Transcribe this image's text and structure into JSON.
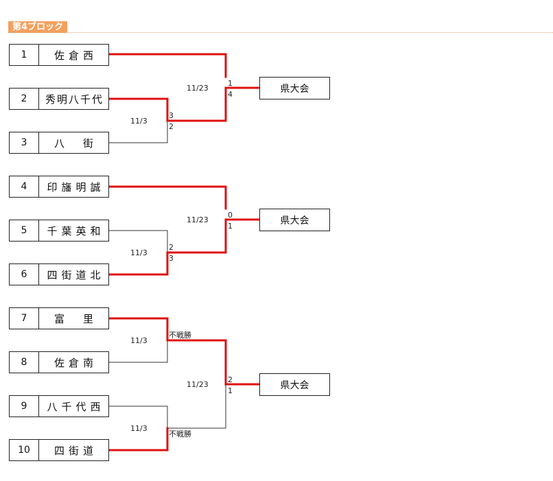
{
  "block_title": "第4ブロック",
  "teams": [
    {
      "seed": "1",
      "name": "佐倉西"
    },
    {
      "seed": "2",
      "name": "秀明八千代"
    },
    {
      "seed": "3",
      "name": "八　街"
    },
    {
      "seed": "4",
      "name": "印旛明誠"
    },
    {
      "seed": "5",
      "name": "千葉英和"
    },
    {
      "seed": "6",
      "name": "四街道北"
    },
    {
      "seed": "7",
      "name": "富　里"
    },
    {
      "seed": "8",
      "name": "佐倉南"
    },
    {
      "seed": "9",
      "name": "八千代西"
    },
    {
      "seed": "10",
      "name": "四街道"
    }
  ],
  "results": [
    "県大会",
    "県大会",
    "県大会"
  ],
  "dates": {
    "g1_first": "11/3",
    "g1_final": "11/23",
    "g2_first": "11/3",
    "g2_final": "11/23",
    "g3_first_a": "11/3",
    "g3_first_b": "11/3",
    "g3_final": "11/23"
  },
  "scores": {
    "g1_first_top": "3",
    "g1_first_bottom": "2",
    "g1_final_top": "1",
    "g1_final_bottom": "4",
    "g2_first_top": "2",
    "g2_first_bottom": "3",
    "g2_final_top": "0",
    "g2_final_bottom": "1",
    "g3_first_a": "不戦勝",
    "g3_first_b": "不戦勝",
    "g3_final_top": "2",
    "g3_final_bottom": "1"
  },
  "colors": {
    "win_line": "#e01010",
    "lose_line": "#333333",
    "title_bg": "#f4a05e"
  }
}
